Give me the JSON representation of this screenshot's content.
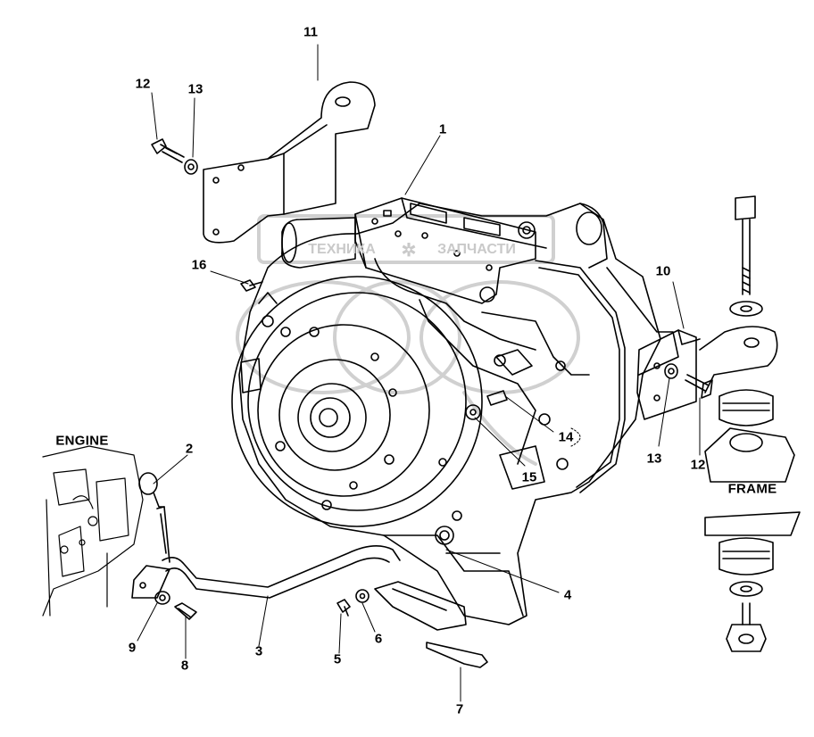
{
  "callouts": {
    "n1": "1",
    "n2": "2",
    "n3": "3",
    "n4": "4",
    "n5": "5",
    "n6": "6",
    "n7": "7",
    "n8": "8",
    "n9": "9",
    "n10": "10",
    "n11": "11",
    "n12_top": "12",
    "n13_top": "13",
    "n12_right": "12",
    "n13_right": "13",
    "n14": "14",
    "n15": "15",
    "n16": "16"
  },
  "labels": {
    "engine": "ENGINE",
    "frame": "FRAME"
  },
  "watermark": {
    "left_word": "ТЕХНИКА",
    "right_word": "ЗАПЧАСТИ",
    "logo_icon": "gear-icon"
  },
  "colors": {
    "line": "#000000",
    "watermark": "#c9c9c9"
  }
}
